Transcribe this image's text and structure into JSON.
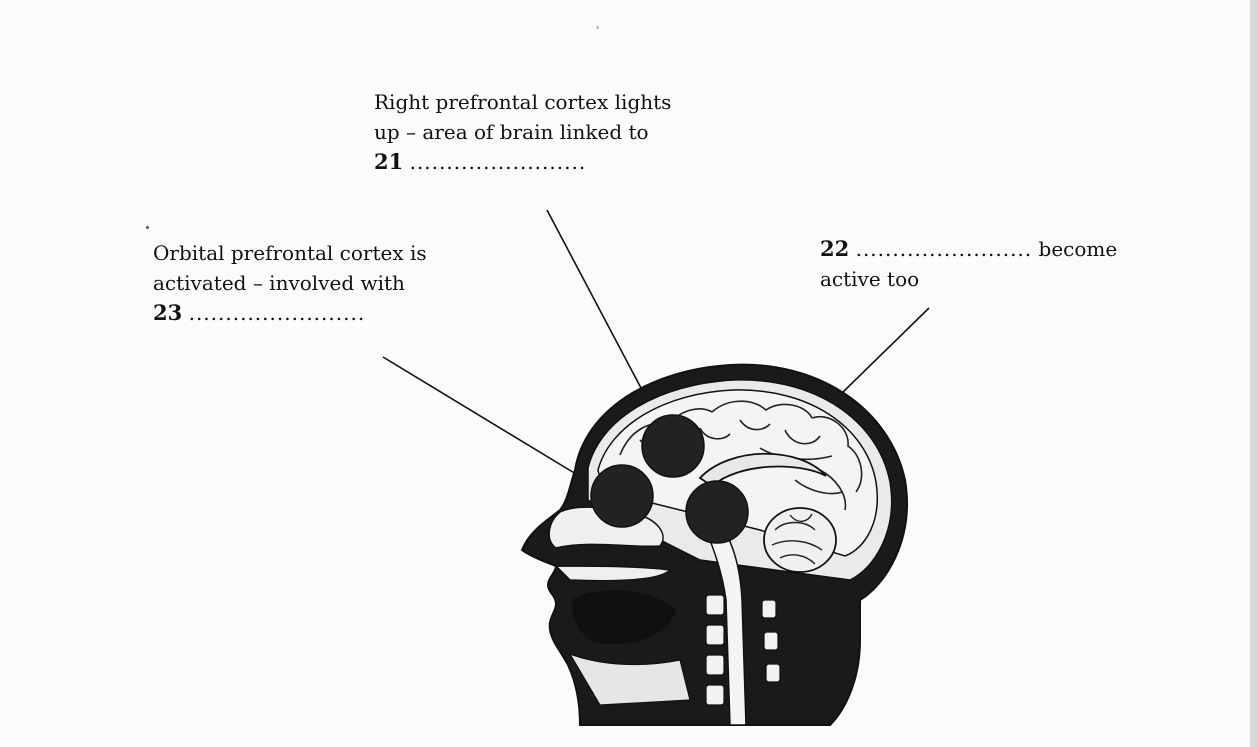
{
  "labels": {
    "q21": {
      "line1": "Right prefrontal cortex lights",
      "line2": "up – area of brain linked to",
      "number": "21",
      "blank": "........................"
    },
    "q23": {
      "line1": "Orbital prefrontal cortex is",
      "line2": "activated – involved with",
      "number": "23",
      "blank": "........................"
    },
    "q22": {
      "number": "22",
      "blank": "........................",
      "tail": "become",
      "line2": "active too"
    }
  },
  "colors": {
    "ink": "#111111",
    "brain_fill": "#f2f2f2",
    "head_fill": "#1a1a1a",
    "highlight": "#222222"
  }
}
